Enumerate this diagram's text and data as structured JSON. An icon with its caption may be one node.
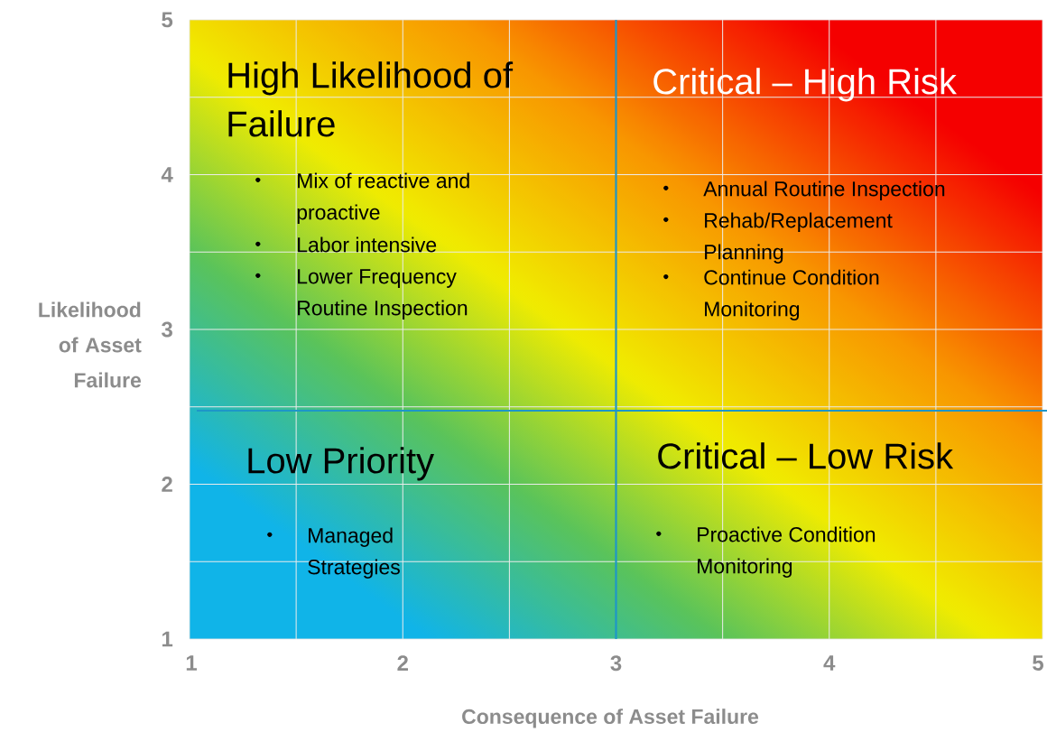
{
  "diagram": {
    "nodes": [
      {
        "text": [
          "High Likelihood of Failure",
          "Mix of reactive and proactive",
          "Labor intensive",
          "Lower Frequency Routine Inspection"
        ]
      },
      {
        "text": [
          "Critical – High Risk",
          "Annual Routine Inspection",
          "Rehab/Replacement Planning",
          "Continue Condition Monitoring"
        ]
      },
      {
        "text": [
          "Low Priority",
          "Managed Strategies"
        ]
      },
      {
        "text": [
          "Critical – Low Risk",
          "Proactive Condition Monitoring"
        ]
      }
    ],
    "labels": [
      "5",
      "4",
      "Likelihood of Asset Failure",
      "3",
      "2",
      "1",
      "1",
      "2",
      "3",
      "4",
      "5",
      "Consequence of Asset Failure"
    ]
  }
}
